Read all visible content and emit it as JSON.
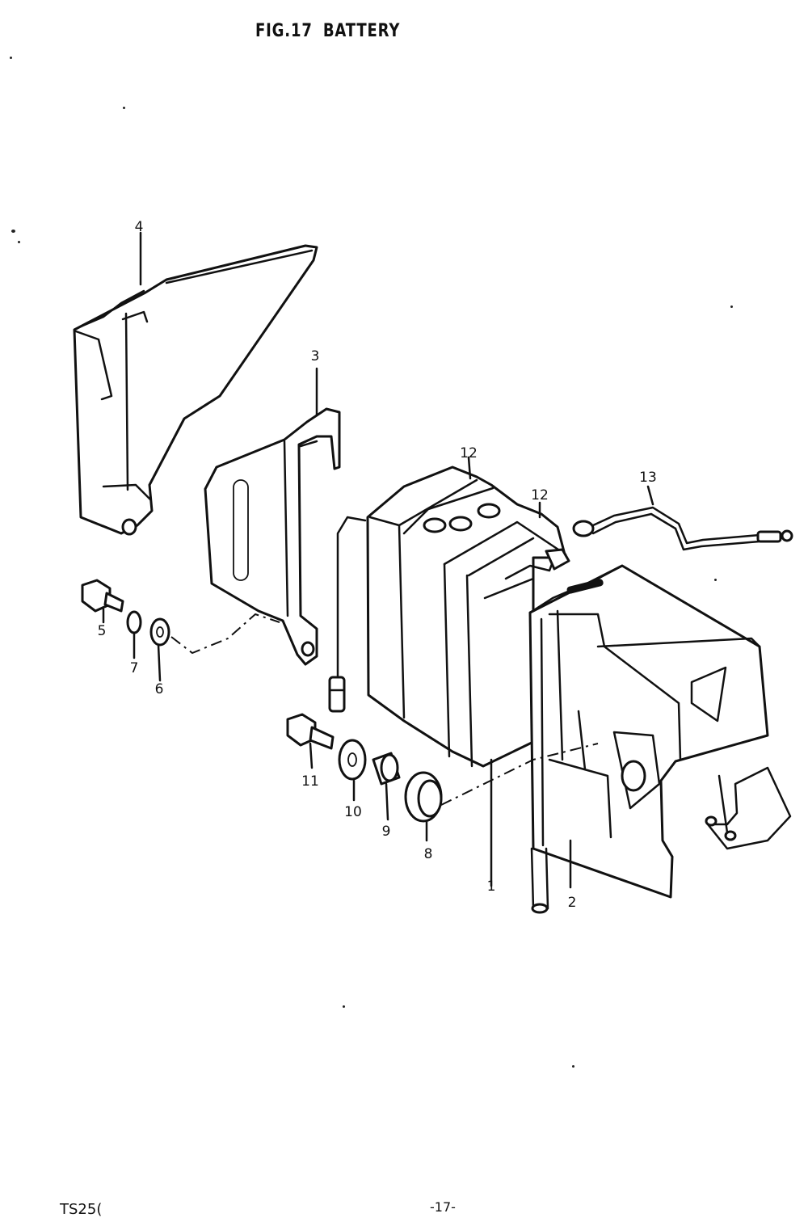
{
  "header": {
    "fig_label": "FIG.17",
    "fig_title": "BATTERY"
  },
  "footer": {
    "model": "TS25(",
    "page_number": "-17-"
  },
  "callouts": [
    "1",
    "2",
    "3",
    "4",
    "5",
    "6",
    "7",
    "8",
    "9",
    "10",
    "11",
    "12",
    "12",
    "13"
  ],
  "colors": {
    "ink": "#111111",
    "paper": "#ffffff"
  }
}
